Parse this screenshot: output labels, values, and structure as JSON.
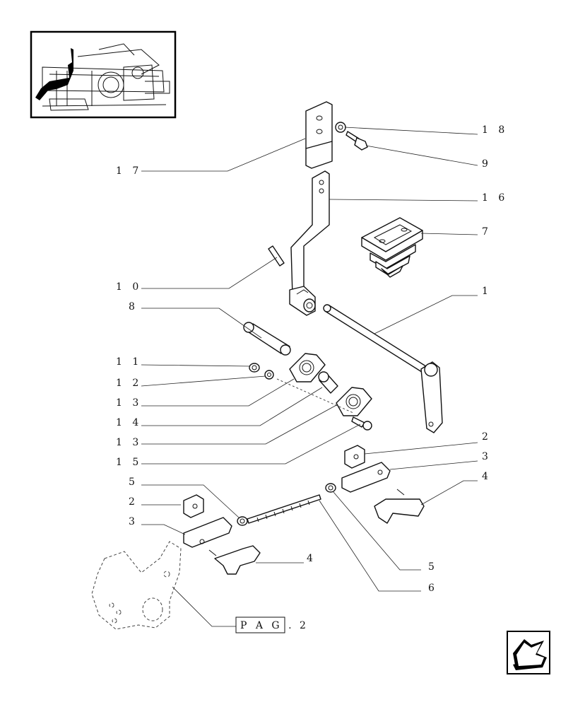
{
  "callouts": {
    "c18": "1 8",
    "c9": "9",
    "c17": "1 7",
    "c16": "1 6",
    "c7": "7",
    "c10": "1 0",
    "c1": "1",
    "c8": "8",
    "c11": "1 1",
    "c12": "1 2",
    "c13a": "1 3",
    "c14": "1 4",
    "c13b": "1 3",
    "c15": "1 5",
    "c2r": "2",
    "c3r": "3",
    "c4r": "4",
    "c5l": "5",
    "c2l": "2",
    "c3l": "3",
    "c4l": "4",
    "c5r": "5",
    "c6": "6"
  },
  "page_ref": {
    "label": "P A G .",
    "number": "2"
  },
  "icons": {
    "thumbnail": "tractor-location-thumbnail",
    "nav": "back-arrow-icon"
  },
  "colors": {
    "ink": "#111111",
    "background": "#ffffff"
  }
}
